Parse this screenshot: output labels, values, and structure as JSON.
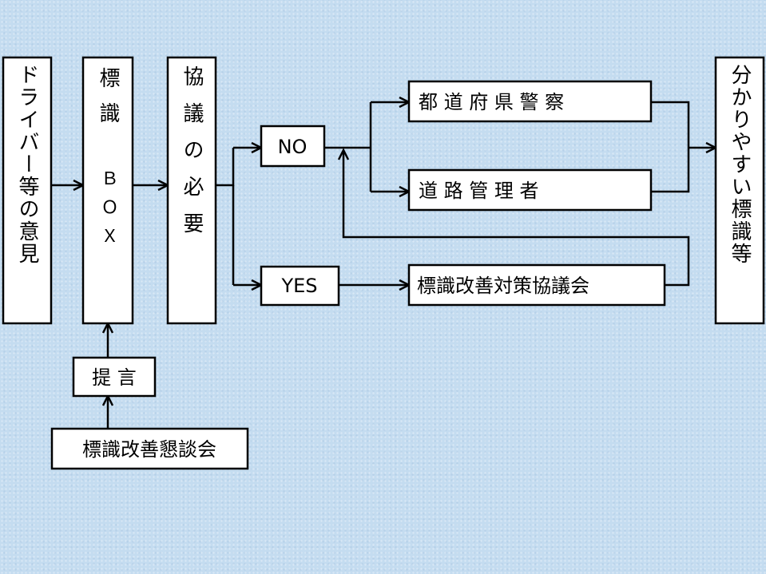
{
  "nodes": {
    "driver_opinion": "ドライバー等の意見",
    "sign_box_top": "標識",
    "sign_box_bottom": "ＢＯＸ",
    "discussion_need": "協議の必要",
    "no": "NO",
    "yes": "YES",
    "prefectural_police": "都 道 府 県 警 察",
    "road_administrator": "道 路 管 理 者",
    "sign_council": "標識改善対策協議会",
    "clear_signs": "分かりやすい標識等",
    "proposal": "提 言",
    "sign_roundtable": "標識改善懇談会"
  },
  "colors": {
    "background": "#c4dcf0",
    "box_fill": "#ffffff",
    "stroke": "#000000"
  }
}
